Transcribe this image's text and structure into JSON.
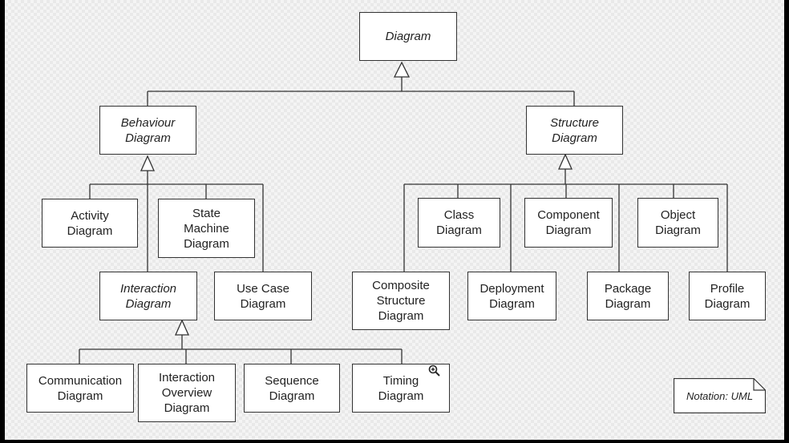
{
  "diagram": {
    "root": "Diagram",
    "behaviour": "Behaviour\nDiagram",
    "structure": "Structure\nDiagram",
    "activity": "Activity\nDiagram",
    "state_machine": "State\nMachine\nDiagram",
    "interaction": "Interaction\nDiagram",
    "use_case": "Use Case\nDiagram",
    "communication": "Communication\nDiagram",
    "interaction_overview": "Interaction\nOverview\nDiagram",
    "sequence": "Sequence\nDiagram",
    "timing": "Timing\nDiagram",
    "class": "Class\nDiagram",
    "component": "Component\nDiagram",
    "object": "Object\nDiagram",
    "composite_structure": "Composite\nStructure\nDiagram",
    "deployment": "Deployment\nDiagram",
    "package": "Package\nDiagram",
    "profile": "Profile\nDiagram",
    "note": "Notation: UML"
  },
  "icons": {
    "zoom": "zoom-in-icon",
    "note": "note-icon"
  },
  "colors": {
    "line": "#333333",
    "box_fill": "#ffffff"
  }
}
